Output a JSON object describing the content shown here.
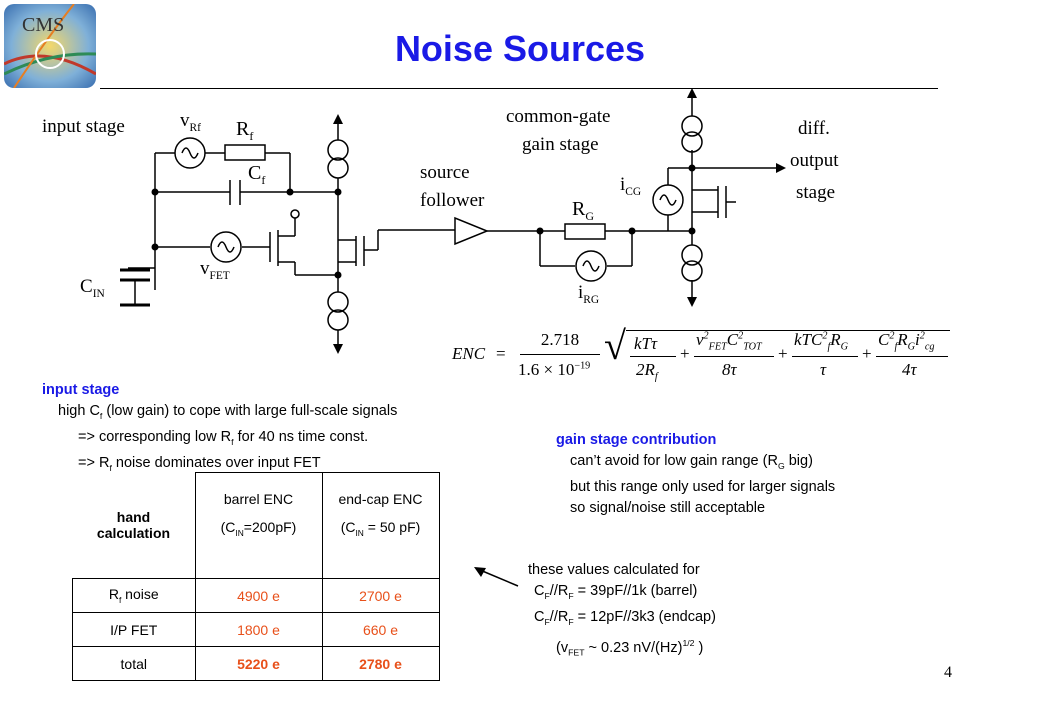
{
  "title": "Noise Sources",
  "page_number": "4",
  "logo_text": "CMS",
  "circuit": {
    "input_stage": "input stage",
    "v_rf": "v",
    "v_rf_sub": "Rf",
    "r_f": "R",
    "r_f_sub": "f",
    "c_f": "C",
    "c_f_sub": "f",
    "v_fet": "v",
    "v_fet_sub": "FET",
    "c_in": "C",
    "c_in_sub": "IN",
    "source_follower_1": "source",
    "source_follower_2": "follower",
    "common_gate_1": "common-gate",
    "common_gate_2": "gain stage",
    "r_g": "R",
    "r_g_sub": "G",
    "i_rg": "i",
    "i_rg_sub": "RG",
    "i_cg": "i",
    "i_cg_sub": "CG",
    "diff_1": "diff.",
    "diff_2": "output",
    "diff_3": "stage"
  },
  "input_stage_notes": {
    "heading": "input stage",
    "line1_a": "high C",
    "line1_sub": "f",
    "line1_b": " (low gain) to cope with large full-scale signals",
    "line2_a": "=> corresponding low R",
    "line2_sub": "f",
    "line2_b": " for 40 ns time const.",
    "line3_a": "=> R",
    "line3_sub": "f",
    "line3_b": " noise dominates over input FET"
  },
  "gain_stage_notes": {
    "heading": "gain stage contribution",
    "line1_a": "can’t avoid for low gain range (R",
    "line1_sub": "G",
    "line1_b": " big)",
    "line2": "but this range only used for larger signals",
    "line3": "so signal/noise still acceptable"
  },
  "table": {
    "head1_line1": "hand",
    "head1_line2": "calculation",
    "col2_line1": "barrel ENC",
    "col2_a": "(C",
    "col2_sub": "IN",
    "col2_b": "=200pF)",
    "col3_line1": "end-cap ENC",
    "col3_a": "(C",
    "col3_sub": "IN",
    "col3_b": " = 50 pF)",
    "rows": [
      {
        "label": "R",
        "label_sub": "f",
        "label_rest": " noise",
        "barrel": "4900 e",
        "endcap": "2700 e"
      },
      {
        "label": "I/P FET",
        "label_sub": "",
        "label_rest": "",
        "barrel": "1800 e",
        "endcap": "660 e"
      },
      {
        "label": "total",
        "label_sub": "",
        "label_rest": "",
        "barrel": "5220 e",
        "endcap": "2780 e"
      }
    ]
  },
  "values_note": {
    "line1": "these values calculated for",
    "line2_a": "C",
    "line2_sub1": "F",
    "line2_b": "//R",
    "line2_sub2": "F",
    "line2_c": " = 39pF//1k (barrel)",
    "line3_a": "C",
    "line3_sub1": "F",
    "line3_b": "//R",
    "line3_sub2": "F",
    "line3_c": " = 12pF//3k3 (endcap)",
    "line4_a": "(v",
    "line4_sub": "FET",
    "line4_b": " ~ 0.23 nV/(Hz)",
    "line4_sup": "1/2",
    "line4_c": " )"
  },
  "formula": {
    "lhs": "ENC",
    "num": "2.718",
    "den_a": "1.6 × 10",
    "den_exp": "−19",
    "t1_num": "kTτ",
    "t1_den": "2R",
    "t1_den_sub": "f",
    "t2_num_a": "v",
    "t2_num_b": "C",
    "t2_den": "8τ",
    "t3_num": "kTC",
    "t3_den": "τ",
    "t4_num": "C",
    "t4_den": "4τ",
    "sub_fet": "FET",
    "sub_tot": "TOT",
    "sub_f": "f",
    "sub_g": "G",
    "sub_cg": "cg",
    "sup_2": "2",
    "sym_R": "R",
    "sym_i": "i"
  },
  "colors": {
    "title": "#1a1ae6",
    "accent": "#1a1ae6",
    "values": "#e8501a"
  }
}
